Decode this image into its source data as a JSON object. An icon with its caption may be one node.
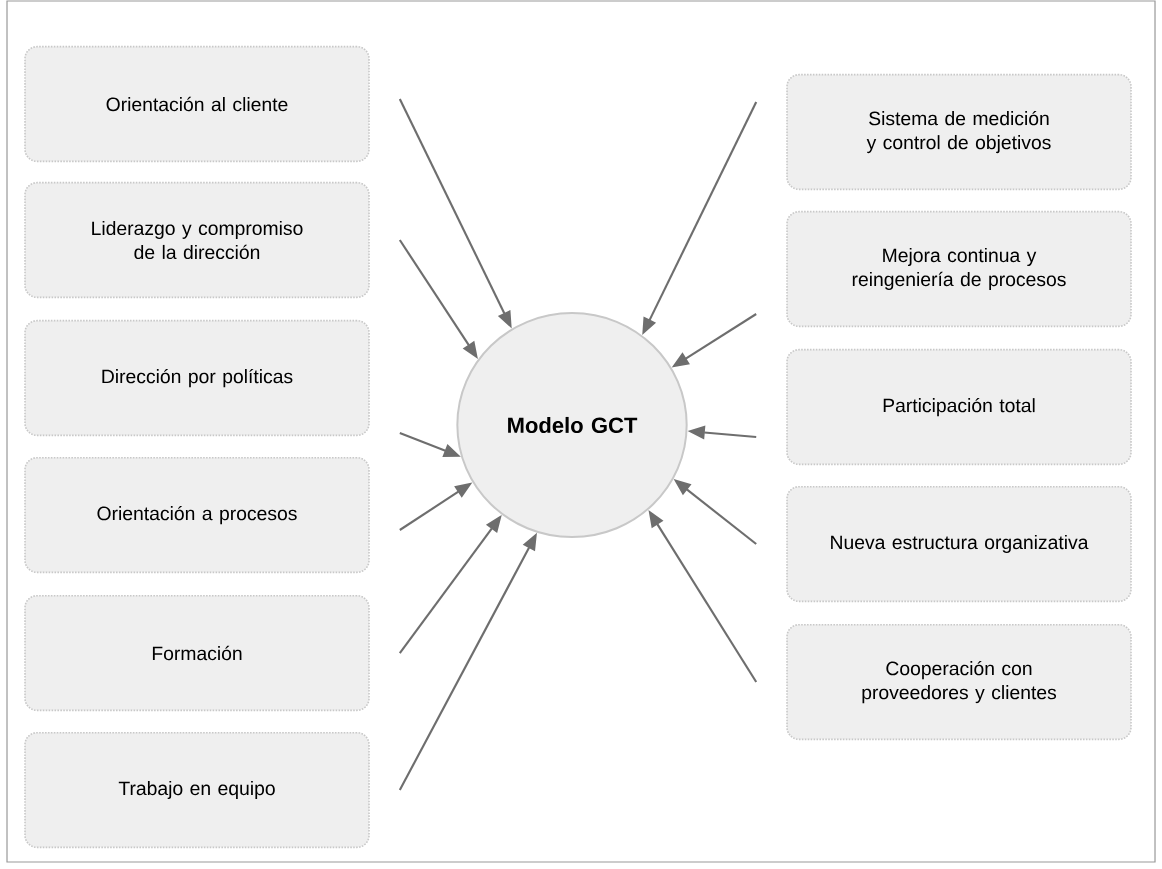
{
  "diagram": {
    "nodes": [
      {
        "text": [
          "Orientación al cliente"
        ]
      },
      {
        "text": [
          "Liderazgo y compromiso de la dirección"
        ]
      },
      {
        "text": [
          "Dirección por políticas"
        ]
      },
      {
        "text": [
          "Orientación a procesos"
        ]
      },
      {
        "text": [
          "Formación"
        ]
      },
      {
        "text": [
          "Trabajo en equipo"
        ]
      },
      {
        "text": [
          "Modelo GCT"
        ]
      },
      {
        "text": [
          "Sistema de medición y control de objetivos"
        ]
      },
      {
        "text": [
          "Mejora continua y reingeniería de procesos"
        ]
      },
      {
        "text": [
          "Participación total"
        ]
      },
      {
        "text": [
          "Nueva estructura organizativa"
        ]
      },
      {
        "text": [
          "Cooperación con proveedores y clientes"
        ]
      }
    ],
    "edges": [
      {
        "from": 0,
        "to": 6,
        "arrow": "to"
      },
      {
        "from": 1,
        "to": 6,
        "arrow": "to"
      },
      {
        "from": 2,
        "to": 6,
        "arrow": "to"
      },
      {
        "from": 3,
        "to": 6,
        "arrow": "to"
      },
      {
        "from": 4,
        "to": 6,
        "arrow": "to"
      },
      {
        "from": 5,
        "to": 6,
        "arrow": "to"
      },
      {
        "from": 7,
        "to": 6,
        "arrow": "to"
      },
      {
        "from": 8,
        "to": 6,
        "arrow": "to"
      },
      {
        "from": 9,
        "to": 6,
        "arrow": "to"
      },
      {
        "from": 10,
        "to": 6,
        "arrow": "to"
      },
      {
        "from": 11,
        "to": 6,
        "arrow": "to"
      }
    ]
  }
}
